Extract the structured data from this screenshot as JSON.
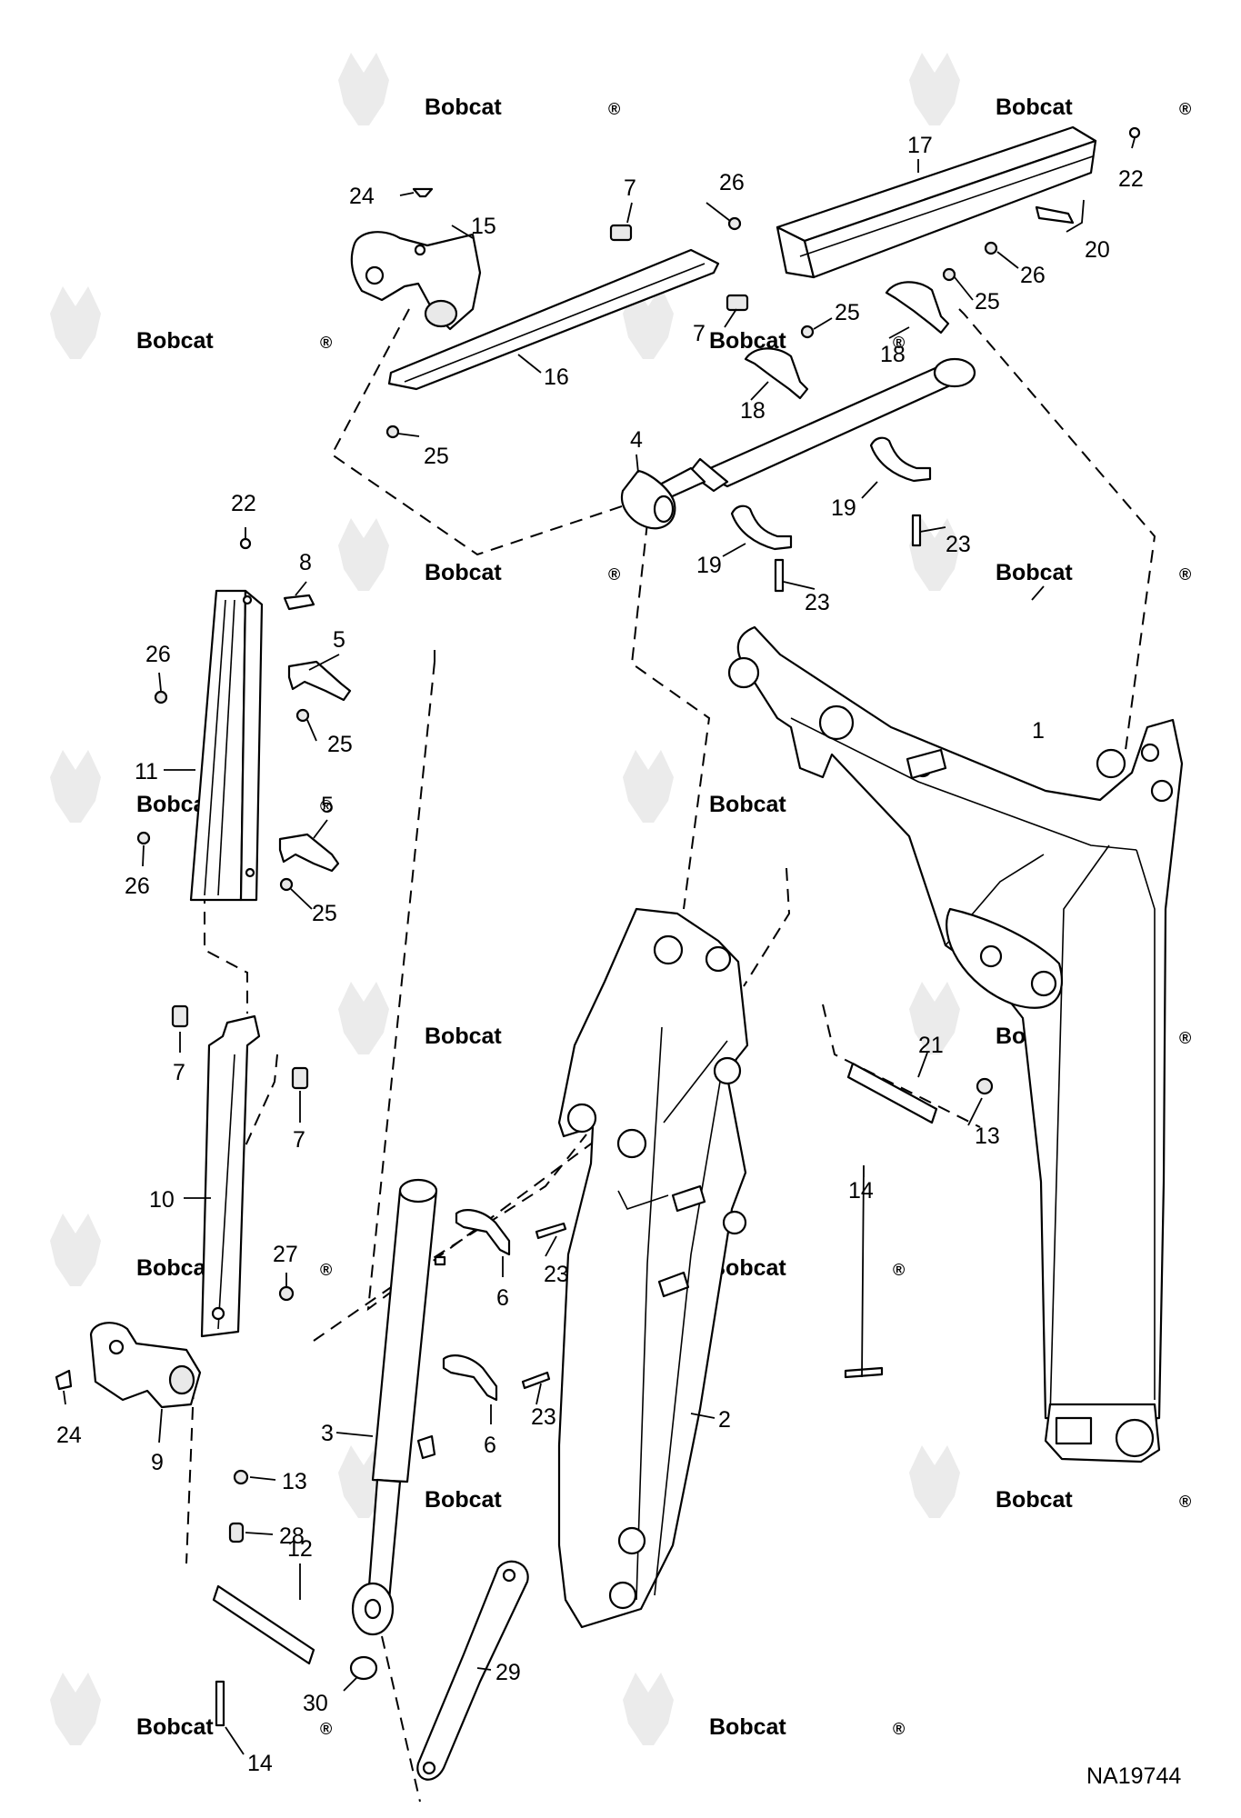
{
  "drawing_code": "NA19744",
  "watermark": {
    "brand": "Bobcat",
    "mark": "®"
  },
  "callouts": {
    "c1": "1",
    "c2": "2",
    "c3": "3",
    "c4": "4",
    "c5a": "5",
    "c5b": "5",
    "c6a": "6",
    "c6b": "6",
    "c7a": "7",
    "c7b": "7",
    "c7c": "7",
    "c7d": "7",
    "c8": "8",
    "c9": "9",
    "c10": "10",
    "c11": "11",
    "c12": "12",
    "c13a": "13",
    "c13b": "13",
    "c14a": "14",
    "c14b": "14",
    "c15": "15",
    "c16": "16",
    "c17": "17",
    "c18a": "18",
    "c18b": "18",
    "c19a": "19",
    "c19b": "19",
    "c20": "20",
    "c21": "21",
    "c22a": "22",
    "c22b": "22",
    "c23a": "23",
    "c23b": "23",
    "c23c": "23",
    "c23d": "23",
    "c24a": "24",
    "c24b": "24",
    "c25a": "25",
    "c25b": "25",
    "c25c": "25",
    "c25d": "25",
    "c25e": "25",
    "c26a": "26",
    "c26b": "26",
    "c26c": "26",
    "c26d": "26",
    "c27": "27",
    "c28": "28",
    "c29": "29",
    "c30": "30"
  }
}
